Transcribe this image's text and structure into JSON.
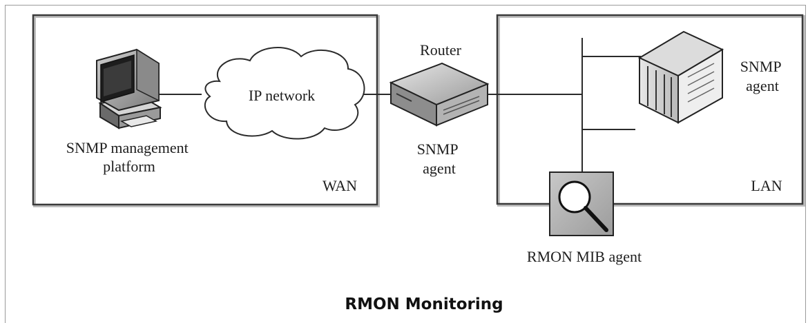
{
  "diagram": {
    "nodes": {
      "management_platform": "SNMP management\nplatform",
      "ip_network": "IP network",
      "router_title": "Router",
      "router_agent": "SNMP\nagent",
      "server_agent": "SNMP\nagent",
      "rmon_agent": "RMON MIB agent"
    },
    "zones": {
      "wan": "WAN",
      "lan": "LAN"
    }
  },
  "caption": "RMON Monitoring"
}
